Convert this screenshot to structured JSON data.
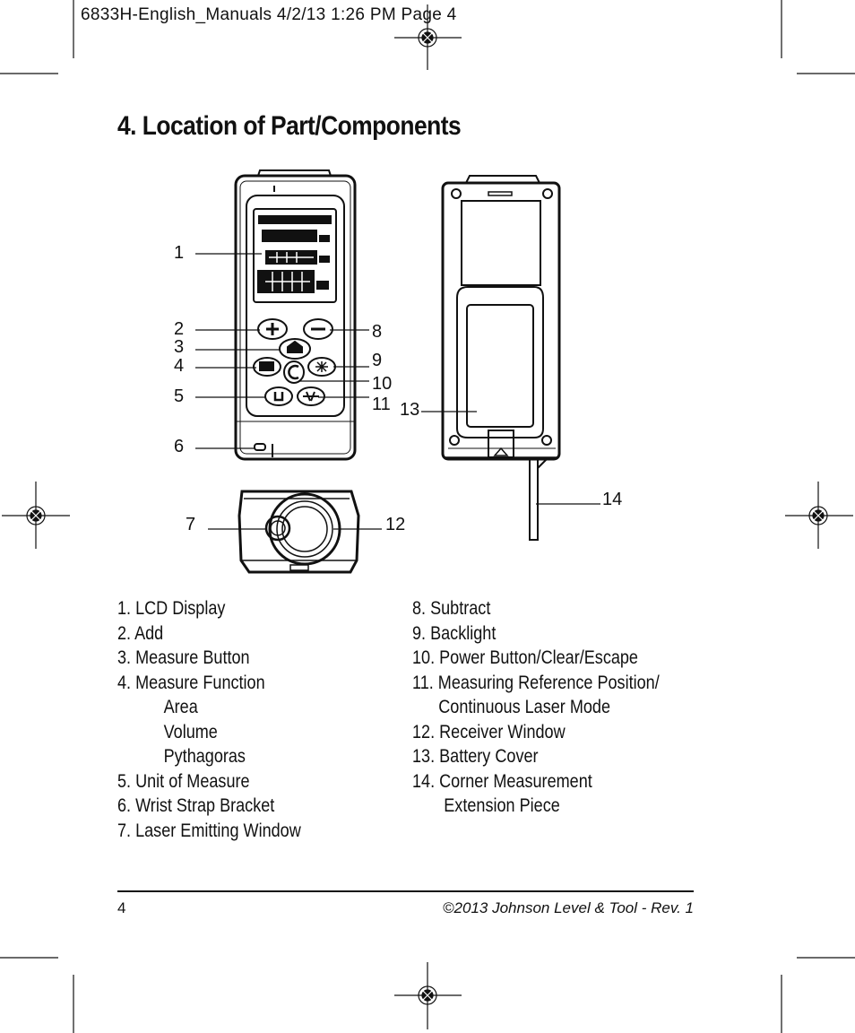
{
  "slug_line": "6833H-English_Manuals  4/2/13  1:26 PM  Page 4",
  "title": "4. Location of Part/Components",
  "callouts": [
    "1",
    "2",
    "3",
    "4",
    "5",
    "6",
    "7",
    "8",
    "9",
    "10",
    "11",
    "12",
    "13",
    "14"
  ],
  "parts_left": [
    "1.  LCD Display",
    "2.  Add",
    "3.  Measure Button",
    "4.  Measure Function",
    "Area",
    "Volume",
    "Pythagoras",
    "5.  Unit of Measure",
    "6.  Wrist Strap Bracket",
    "7.  Laser Emitting Window"
  ],
  "parts_right": [
    "8.  Subtract",
    "9.  Backlight",
    "10. Power Button/Clear/Escape",
    "11. Measuring Reference Position/",
    "Continuous Laser Mode",
    "12. Receiver Window",
    "13. Battery Cover",
    "14. Corner Measurement",
    "Extension Piece"
  ],
  "footer": {
    "page_number": "4",
    "copyright": "©2013 Johnson Level & Tool - Rev. 1"
  }
}
